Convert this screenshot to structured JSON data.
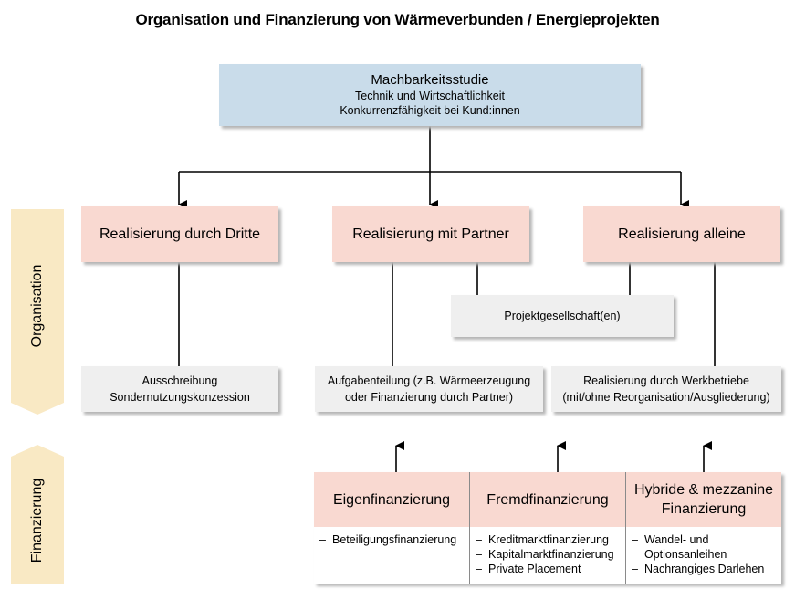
{
  "title": "Organisation und Finanzierung von Wärmeverbunden / Energieprojekten",
  "top_box": {
    "heading": "Machbarkeitsstudie",
    "line1": "Technik und Wirtschaftlichkeit",
    "line2": "Konkurrenzfähigkeit bei Kund:innen"
  },
  "side_labels": {
    "organisation": "Organisation",
    "finanzierung": "Finanzierung"
  },
  "realisation": {
    "dritte": "Realisierung durch Dritte",
    "partner": "Realisierung mit Partner",
    "alleine": "Realisierung alleine"
  },
  "projektgesellschaft": "Projektgesellschaft(en)",
  "outcomes": {
    "ausschreibung": {
      "line1": "Ausschreibung",
      "line2": "Sondernutzungskonzession"
    },
    "aufgabenteilung": {
      "line1": "Aufgabenteilung (z.B. Wärmeerzeugung",
      "line2": "oder Finanzierung durch Partner)"
    },
    "werkbetriebe": {
      "line1": "Realisierung durch Werkbetriebe",
      "line2": "(mit/ohne Reorganisation/Ausgliederung)"
    }
  },
  "financing": {
    "eigen": {
      "heading": "Eigenfinanzierung",
      "items": [
        "Beteiligungsfinanzierung"
      ]
    },
    "fremd": {
      "heading": "Fremdfinanzierung",
      "items": [
        "Kreditmarktfinanzierung",
        "Kapitalmarktfinanzierung",
        "Private Placement"
      ]
    },
    "hybrid": {
      "heading_line1": "Hybride & mezzanine",
      "heading_line2": "Finanzierung",
      "items": [
        "Wandel- und",
        "Optionsanleihen",
        "Nachrangiges Darlehen"
      ]
    }
  },
  "colors": {
    "blue_box": "#c9dcea",
    "pink_box": "#f9d9d1",
    "grey_box": "#efefef",
    "side_label": "#f9e9c4"
  }
}
